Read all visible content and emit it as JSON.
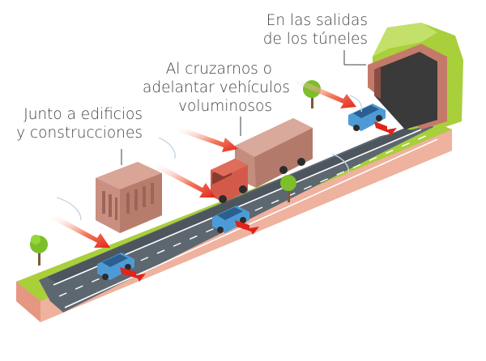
{
  "captions": {
    "tunnels": [
      "En las salidas",
      "de los túneles"
    ],
    "vehicles": [
      "Al cruzarnos o",
      "adelantar vehículos",
      "voluminosos"
    ],
    "buildings": [
      "Junto a edificios",
      "y construcciones"
    ]
  },
  "colors": {
    "road": "#5d6770",
    "grass": "#a9cf3a",
    "base": "#e8a28c",
    "building": "#c98f80",
    "truck_cargo": "#c48d7e",
    "truck_cab": "#d35a4a",
    "car": "#4d9bd6",
    "wind_arrow": "#e63a2e",
    "tree": "#7cbf2a",
    "tunnel": "#c47a6a"
  },
  "icons": [
    "wind-arrow-icon",
    "car-icon",
    "truck-icon",
    "building-icon",
    "tunnel-icon",
    "tree-icon"
  ]
}
